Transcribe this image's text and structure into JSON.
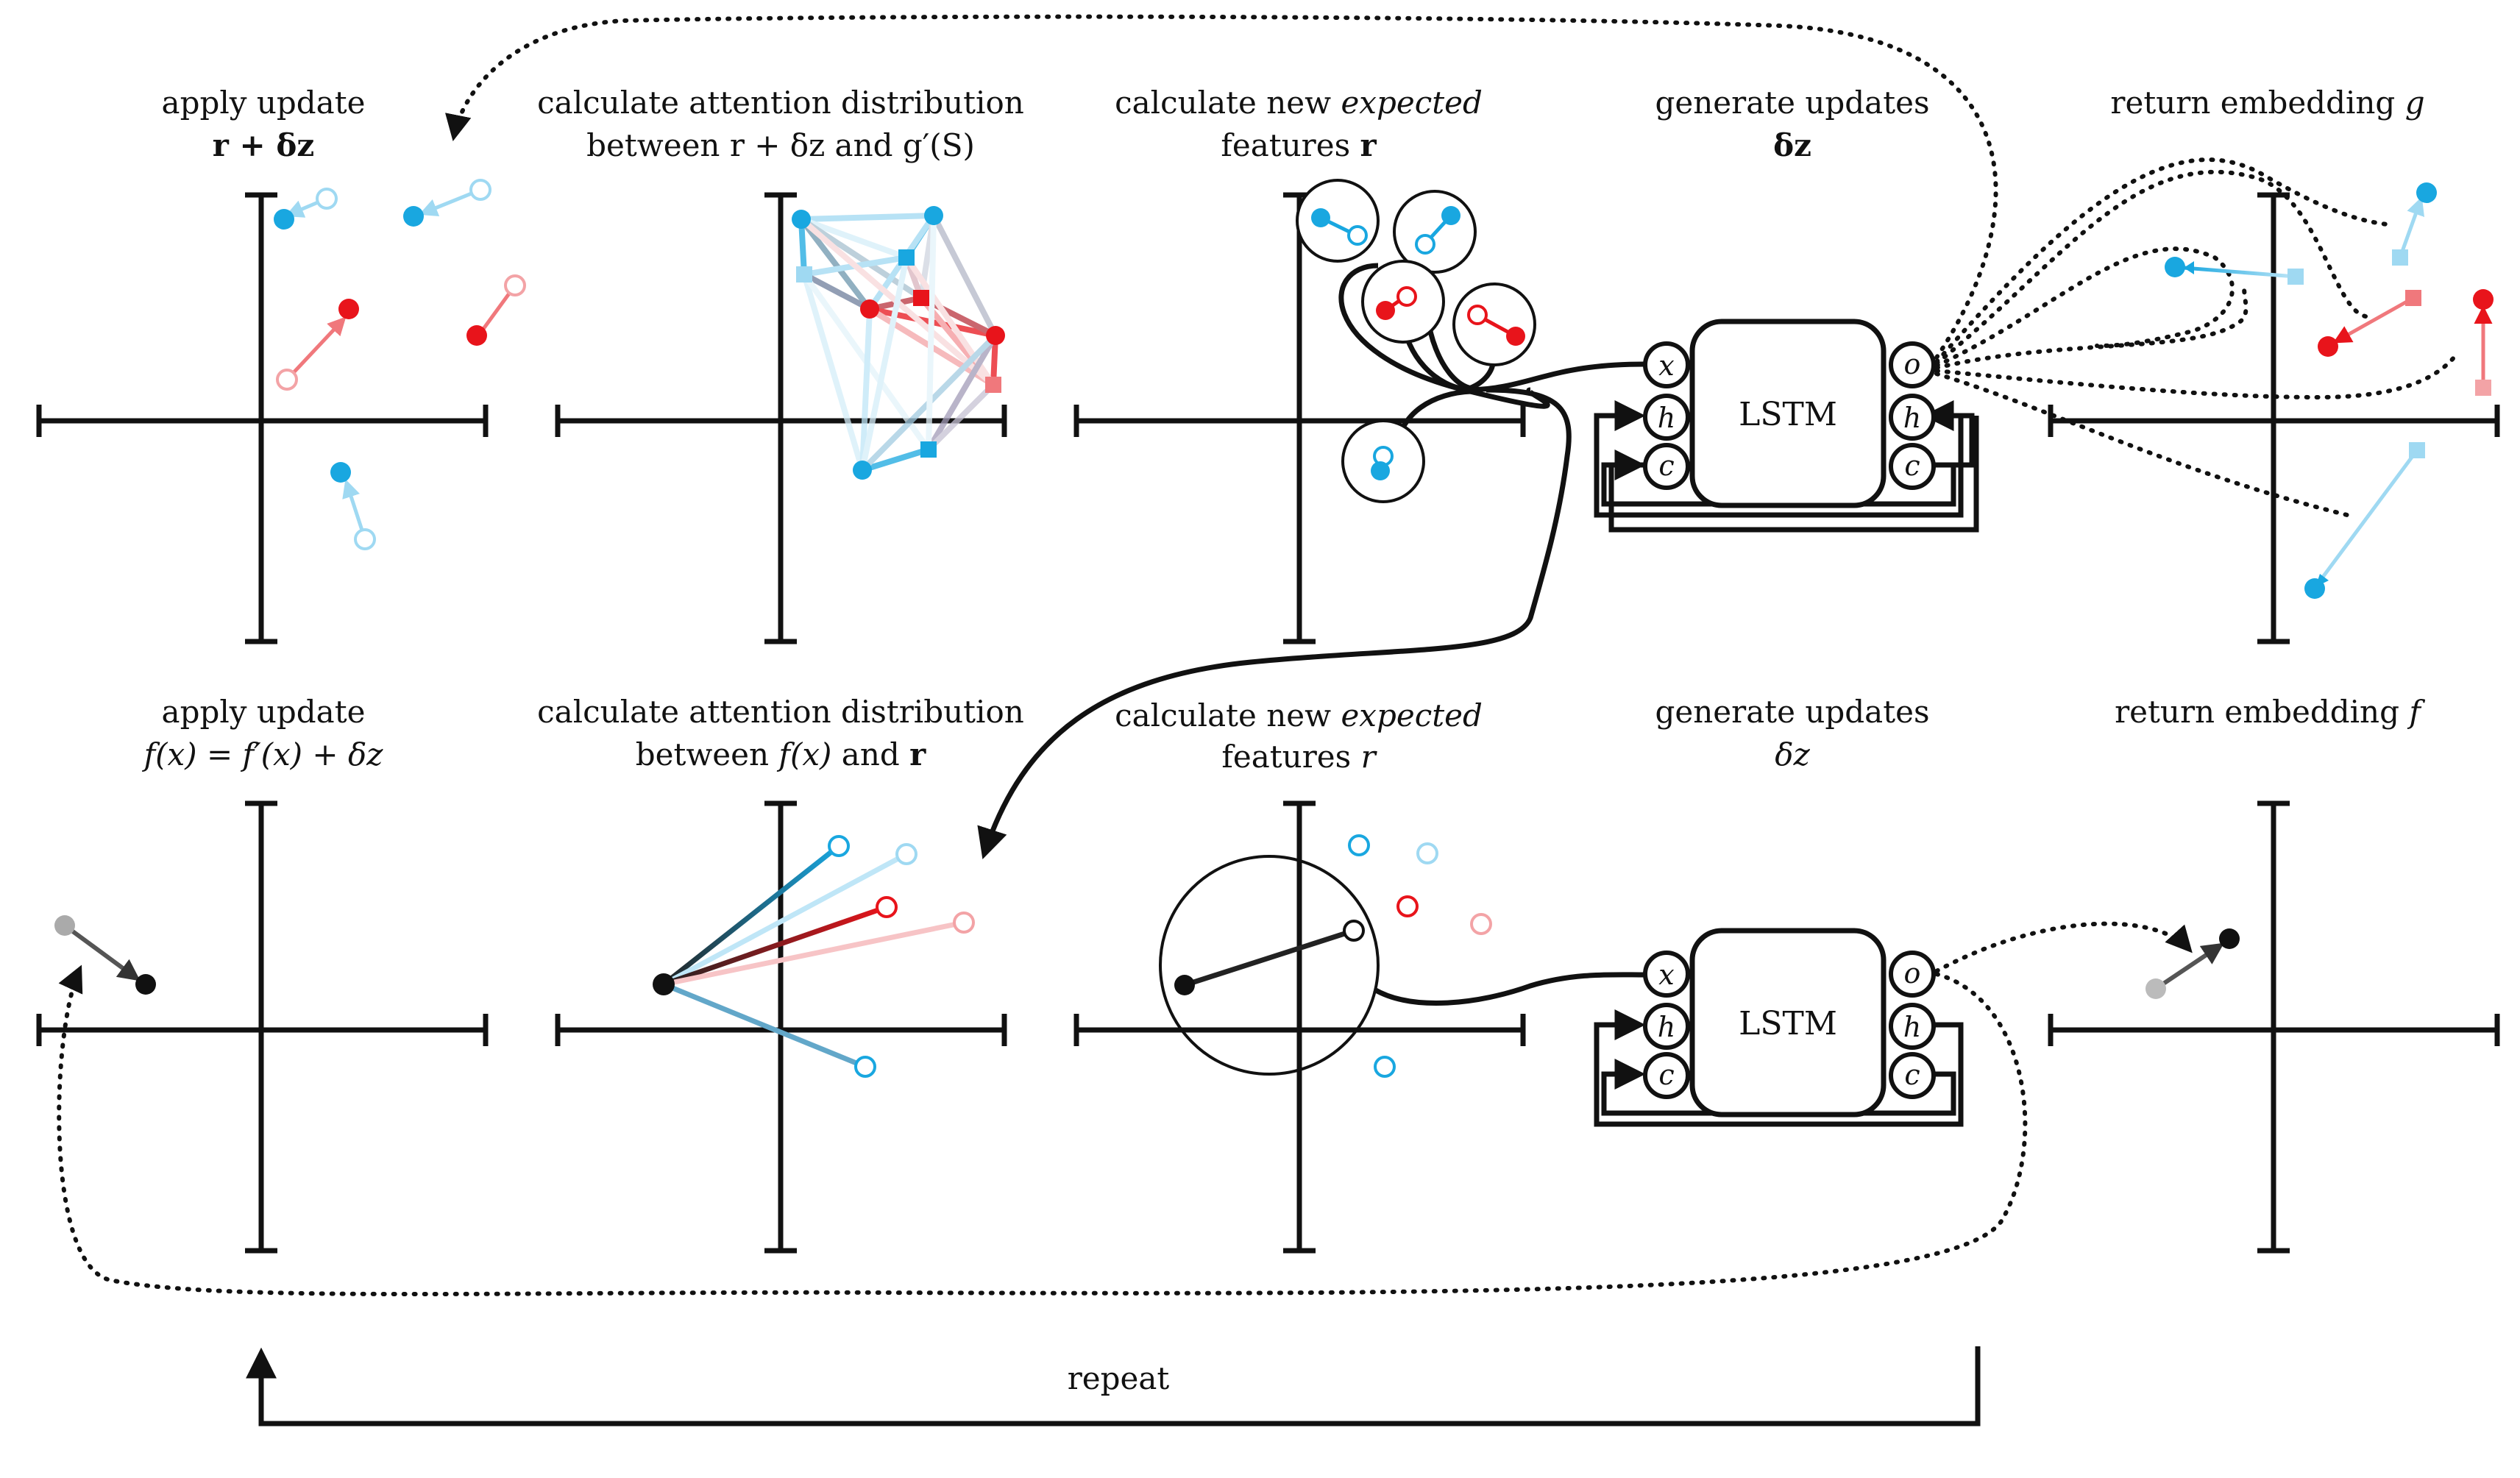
{
  "colors": {
    "blue": "#19a7e0",
    "red": "#e8141b",
    "ink": "#111111"
  },
  "top_row": {
    "panel1": {
      "line1": "apply update",
      "line2": "r + δz"
    },
    "panel2": {
      "line1": "calculate attention distribution",
      "line2": "between r + δz and g′(S)"
    },
    "panel3": {
      "line1_a": "calculate new ",
      "line1_b": "expected",
      "line2_a": "features ",
      "line2_b": "r"
    },
    "panel4": {
      "line1": "generate updates",
      "line2": "δz",
      "lstm_label": "LSTM",
      "ports_left": [
        "x",
        "h",
        "c"
      ],
      "ports_right": [
        "o",
        "h",
        "c"
      ]
    },
    "panel5": {
      "line1_a": "return embedding ",
      "line1_b": "g"
    }
  },
  "bottom_row": {
    "panel1": {
      "line1": "apply update",
      "line2": "f(x) = f′(x) + δz"
    },
    "panel2": {
      "line1": "calculate attention distribution",
      "line2_a": "between ",
      "line2_b": "f(x)",
      "line2_c": " and ",
      "line2_d": "r"
    },
    "panel3": {
      "line1_a": "calculate new ",
      "line1_b": "expected",
      "line2_a": "features ",
      "line2_b": "r"
    },
    "panel4": {
      "line1": "generate updates",
      "line2": "δz",
      "lstm_label": "LSTM",
      "ports_left": [
        "x",
        "h",
        "c"
      ],
      "ports_right": [
        "o",
        "h",
        "c"
      ]
    },
    "panel5": {
      "line1_a": "return embedding ",
      "line1_b": "f"
    }
  },
  "repeat_label": "repeat"
}
